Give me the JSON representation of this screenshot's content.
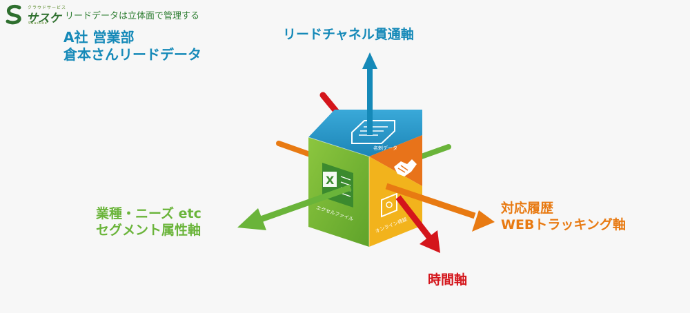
{
  "header": {
    "logo_sub": "クラウドサービス",
    "logo_main": "サスケ",
    "logo_en": "Saasuke",
    "tagline": "リードデータは立体面で管理する"
  },
  "title": {
    "line1": "A社 営業部",
    "line2": "倉本さんリードデータ"
  },
  "axes": {
    "top": {
      "label": "リードチャネル貫通軸"
    },
    "left": {
      "label_line1": "業種・ニーズ etc",
      "label_line2": "セグメント属性軸"
    },
    "right": {
      "label_line1": "対応履歴",
      "label_line2": "WEBトラッキング軸"
    },
    "bottom": {
      "label": "時間軸"
    }
  },
  "cube": {
    "top_face_label": "名刺データ",
    "left_face_label": "エクセルファイル",
    "right_face_label": "オンライン商談"
  },
  "colors": {
    "blue": "#1589b8",
    "green": "#6ab43a",
    "orange": "#e87a12",
    "red": "#d4151b"
  }
}
